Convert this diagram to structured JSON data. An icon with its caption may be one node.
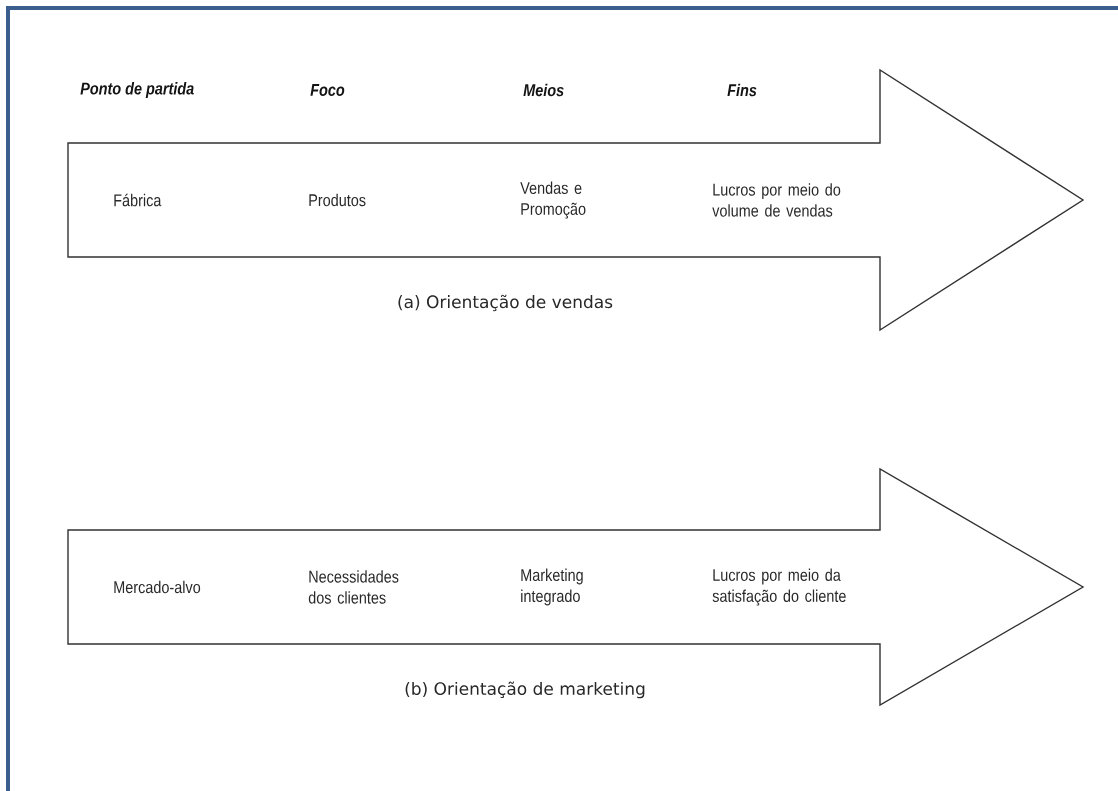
{
  "diagram": {
    "nodes": [
      {
        "text": [
          "Fábrica",
          "Produtos",
          "Vendas e Promoção",
          "Lucros por meio do volume de vendas"
        ],
        "beside": [
          "(a) Orientação de vendas"
        ]
      },
      {
        "text": [
          "Mercado-alvo",
          "Necessidades dos clientes",
          "Marketing integrado",
          "Lucros por meio da satisfação do cliente"
        ],
        "beside": [
          "(b) Orientação de marketing"
        ]
      }
    ],
    "labels": [
      "Ponto de partida",
      "Foco",
      "Meios",
      "Fins"
    ]
  }
}
